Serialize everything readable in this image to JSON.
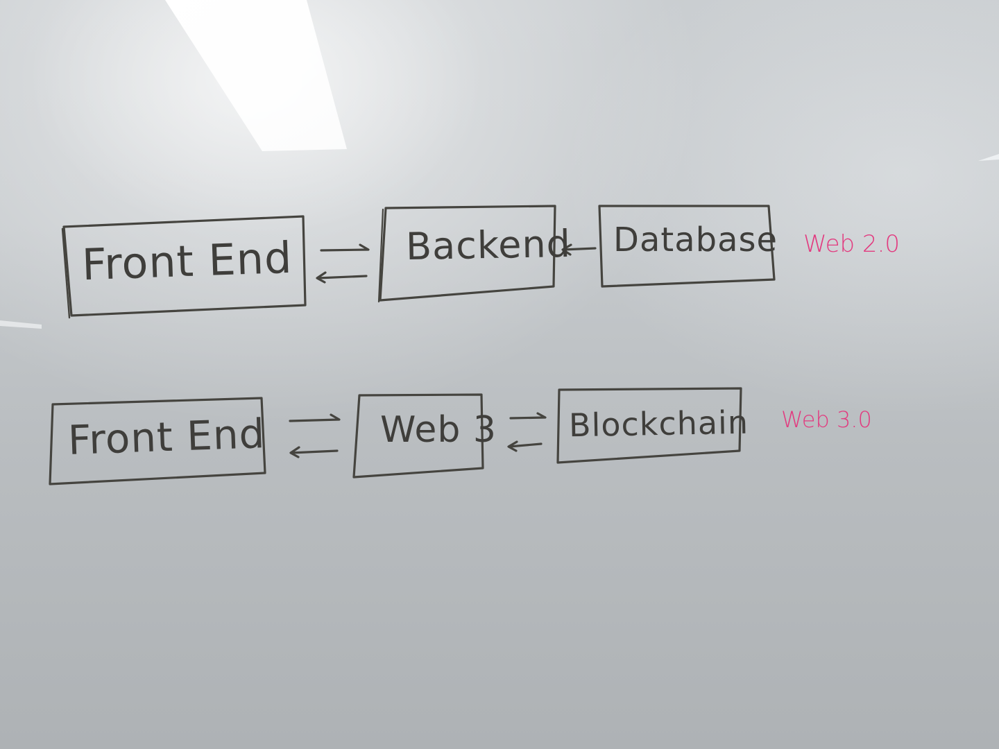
{
  "diagram": {
    "rows": [
      {
        "nodes": [
          {
            "id": "frontend-1",
            "label": "Front End"
          },
          {
            "id": "backend",
            "label": "Backend"
          },
          {
            "id": "database",
            "label": "Database"
          }
        ],
        "edges": [
          {
            "from": "frontend-1",
            "to": "backend",
            "type": "bidirectional"
          },
          {
            "from": "database",
            "to": "backend",
            "type": "directed"
          }
        ],
        "tag": "Web 2.0"
      },
      {
        "nodes": [
          {
            "id": "frontend-2",
            "label": "Front End"
          },
          {
            "id": "web3",
            "label": "Web 3"
          },
          {
            "id": "blockchain",
            "label": "Blockchain"
          }
        ],
        "edges": [
          {
            "from": "frontend-2",
            "to": "web3",
            "type": "bidirectional"
          },
          {
            "from": "web3",
            "to": "blockchain",
            "type": "bidirectional"
          }
        ],
        "tag": "Web 3.0"
      }
    ]
  },
  "colors": {
    "marker_ink": "#3f3e3b",
    "tag_ink": "#e23a7f",
    "board": "#c6cacd"
  }
}
